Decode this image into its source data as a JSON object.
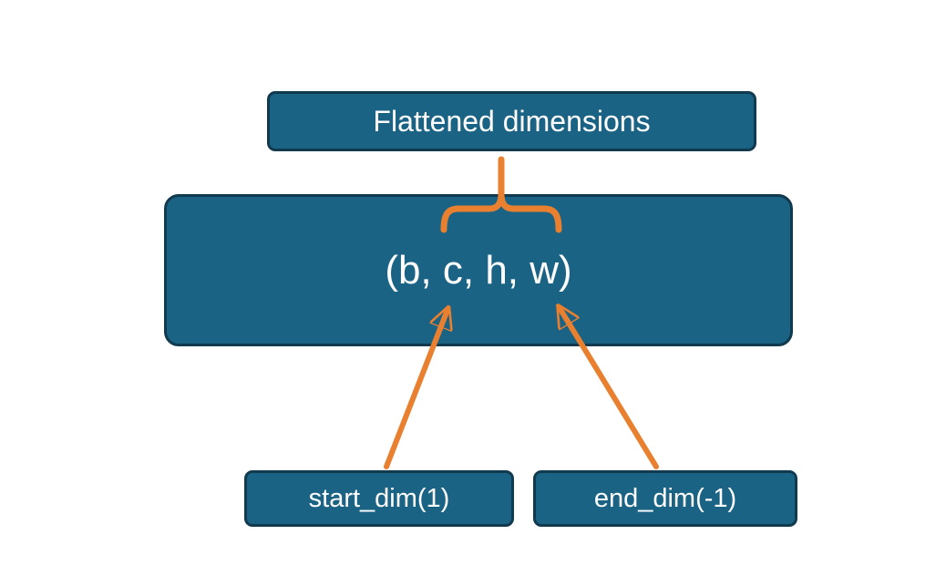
{
  "diagram": {
    "title_box": {
      "label": "Flattened dimensions"
    },
    "tensor_box": {
      "label": "(b, c, h, w)"
    },
    "start_dim_box": {
      "label": "start_dim(1)"
    },
    "end_dim_box": {
      "label": "end_dim(-1)"
    }
  },
  "colors": {
    "box_fill": "#1a6385",
    "box_border": "#123a4f",
    "text": "#ffffff",
    "connector": "#e8802f",
    "background": "#ffffff"
  }
}
